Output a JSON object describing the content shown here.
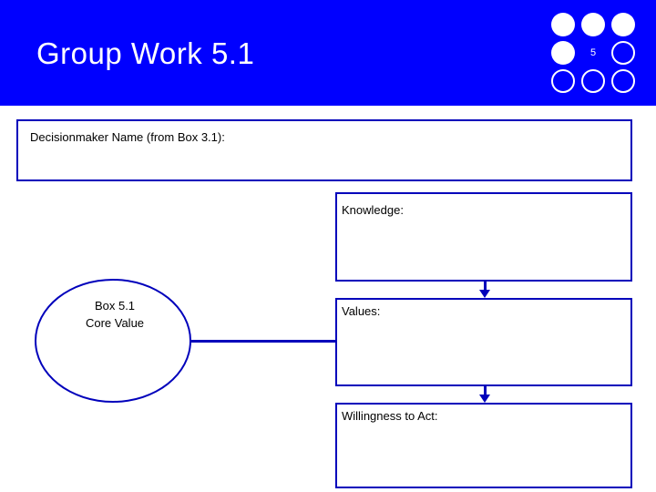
{
  "slide": {
    "title": "Group Work 5.1",
    "accent_color": "#0000ff",
    "shape_outline_color": "#0000bb",
    "background_color": "#ffffff"
  },
  "logo": {
    "name": "nine-dot-logo",
    "number": "5",
    "dots": [
      {
        "row": 0,
        "col": 0,
        "style": "filled"
      },
      {
        "row": 0,
        "col": 1,
        "style": "filled"
      },
      {
        "row": 0,
        "col": 2,
        "style": "filled"
      },
      {
        "row": 1,
        "col": 0,
        "style": "filled"
      },
      {
        "row": 1,
        "col": 1,
        "style": "numbered"
      },
      {
        "row": 1,
        "col": 2,
        "style": "hollow"
      },
      {
        "row": 2,
        "col": 0,
        "style": "hollow"
      },
      {
        "row": 2,
        "col": 1,
        "style": "hollow"
      },
      {
        "row": 2,
        "col": 2,
        "style": "hollow"
      }
    ]
  },
  "diagram": {
    "decisionmaker_box_label": "Decisionmaker Name (from Box 3.1):",
    "knowledge_box_label": "Knowledge:",
    "values_box_label": "Values:",
    "willingness_box_label": "Willingness to Act:",
    "core_value_ellipse_line1": "Box 5.1",
    "core_value_ellipse_line2": "Core Value"
  }
}
